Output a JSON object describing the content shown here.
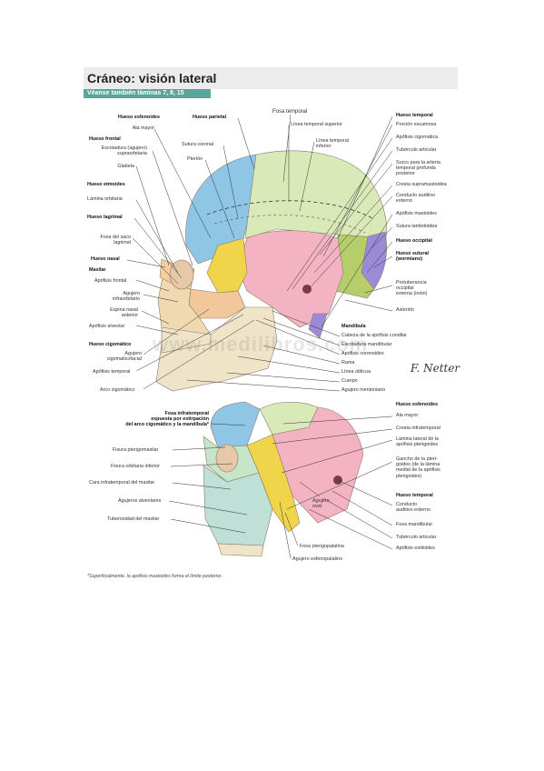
{
  "title": "Cráneo: visión lateral",
  "subtitle": "Véanse también láminas 7, 8, 15",
  "watermark": "www.medilibros.com",
  "signature": "F. Netter",
  "footnote": "*Superficialmente, la apófisis mastoides forma el límite posterior.",
  "colors": {
    "frontal": "#8fc6e6",
    "parietal": "#d9eab8",
    "temporal": "#f3b3c3",
    "occipital": "#b6ce6a",
    "sphenoid": "#f0d54a",
    "zygomatic": "#f2c79c",
    "maxilla": "#f0d8b0",
    "mandible": "#efe4c8",
    "nasal": "#f6cda0",
    "ethmoid": "#c7e6c9",
    "mastoid": "#9b8bd6",
    "teal_region": "#bfe0d6"
  },
  "upper_left_labels": [
    {
      "text": "Hueso esfenoides",
      "bold": true
    },
    {
      "text": "Ala mayor",
      "bold": false
    },
    {
      "text": "Hueso frontal",
      "bold": true
    },
    {
      "text": "Escotadura (agujero)\nsupraorbitaria",
      "bold": false
    },
    {
      "text": "Glabela",
      "bold": false
    },
    {
      "text": "Hueso etmoides",
      "bold": true
    },
    {
      "text": "Lámina orbitaria",
      "bold": false
    },
    {
      "text": "Hueso lagrimal",
      "bold": true
    },
    {
      "text": "Fosa del saco\nlagrimal",
      "bold": false
    },
    {
      "text": "Hueso nasal",
      "bold": true
    },
    {
      "text": "Maxilar",
      "bold": true
    },
    {
      "text": "Apófisis frontal",
      "bold": false
    },
    {
      "text": "Agujero\ninfraorbitario",
      "bold": false
    },
    {
      "text": "Espina nasal\nanterior",
      "bold": false
    },
    {
      "text": "Apófisis alveolar",
      "bold": false
    },
    {
      "text": "Hueso cigomático",
      "bold": true
    },
    {
      "text": "Agujero\ncigomaticofacial",
      "bold": false
    },
    {
      "text": "Apófisis temporal",
      "bold": false
    },
    {
      "text": "Arco cigomático",
      "bold": false
    }
  ],
  "upper_top_labels": [
    {
      "text": "Hueso parietal",
      "bold": true
    },
    {
      "text": "Sutura coronal",
      "bold": false
    },
    {
      "text": "Pterión",
      "bold": false
    },
    {
      "text": "Fosa temporal",
      "bold": false
    },
    {
      "text": "Línea temporal superior",
      "bold": false
    },
    {
      "text": "Línea temporal\ninferior",
      "bold": false
    }
  ],
  "upper_right_labels": [
    {
      "text": "Hueso temporal",
      "bold": true
    },
    {
      "text": "Porción escamosa",
      "bold": false
    },
    {
      "text": "Apófisis cigomática",
      "bold": false
    },
    {
      "text": "Tubérculo articular",
      "bold": false
    },
    {
      "text": "Surco para la arteria\ntemporal profunda\nposterior",
      "bold": false
    },
    {
      "text": "Cresta supramastoidea",
      "bold": false
    },
    {
      "text": "Conducto auditivo\nexterno",
      "bold": false
    },
    {
      "text": "Apófisis mastoides",
      "bold": false
    },
    {
      "text": "Sutura lambdoidea",
      "bold": false
    },
    {
      "text": "Hueso occipital",
      "bold": true
    },
    {
      "text": "Hueso sutural\n(wormiano)",
      "bold": true
    },
    {
      "text": "Protuberancia\noccipital\nexterna (inión)",
      "bold": false
    },
    {
      "text": "Asterión",
      "bold": false
    }
  ],
  "mandible_labels": [
    {
      "text": "Mandíbula",
      "bold": true
    },
    {
      "text": "Cabeza de la apófisis condilar",
      "bold": false
    },
    {
      "text": "Escotadura mandibular",
      "bold": false
    },
    {
      "text": "Apófisis coronoides",
      "bold": false
    },
    {
      "text": "Rama",
      "bold": false
    },
    {
      "text": "Línea oblicua",
      "bold": false
    },
    {
      "text": "Cuerpo",
      "bold": false
    },
    {
      "text": "Agujero mentoniano",
      "bold": false
    }
  ],
  "lower_left_labels": [
    {
      "text": "Fosa infratemporal\nexpuesta por extirpación\ndel arco cigomático y la mandíbula*",
      "bold": true
    },
    {
      "text": "Fisura pterigomaxilar",
      "bold": false
    },
    {
      "text": "Fisura orbitaria inferior",
      "bold": false
    },
    {
      "text": "Cara infratemporal del maxilar",
      "bold": false
    },
    {
      "text": "Agujeros alveolares",
      "bold": false
    },
    {
      "text": "Tuberosidad del maxilar",
      "bold": false
    }
  ],
  "lower_right_labels": [
    {
      "text": "Hueso esfenoides",
      "bold": true
    },
    {
      "text": "Ala mayor",
      "bold": false
    },
    {
      "text": "Cresta infratemporal",
      "bold": false
    },
    {
      "text": "Lámina lateral de la\napófisis pterigoides",
      "bold": false
    },
    {
      "text": "Gancho de la pteri-\ngoides (de la lámina\nmedial de la apófisis\npterigoides)",
      "bold": false
    },
    {
      "text": "Hueso temporal",
      "bold": true
    },
    {
      "text": "Conducto\nauditivo externo",
      "bold": false
    },
    {
      "text": "Fosa mandibular",
      "bold": false
    },
    {
      "text": "Tubérculo articular",
      "bold": false
    },
    {
      "text": "Apófisis estiloides",
      "bold": false
    }
  ],
  "lower_middle_labels": [
    {
      "text": "Agujero\noval",
      "bold": false
    },
    {
      "text": "Fosa pterigopalatina",
      "bold": false
    },
    {
      "text": "Agujero esfenopalatino",
      "bold": false
    }
  ]
}
